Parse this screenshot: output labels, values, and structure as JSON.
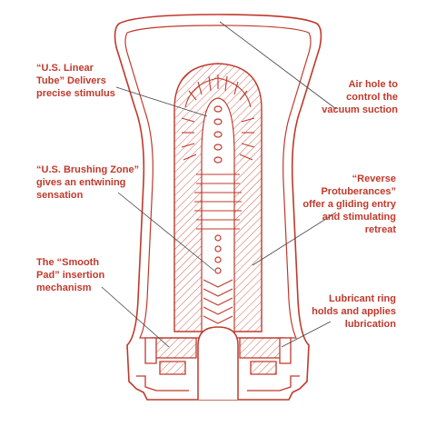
{
  "colors": {
    "stroke": "#c0392b",
    "background": "#ffffff"
  },
  "callouts": {
    "linear_tube": {
      "lines": [
        "“U.S. Linear",
        "Tube” Delivers",
        "precise stimulus"
      ]
    },
    "brushing_zone": {
      "lines": [
        "“U.S. Brushing Zone”",
        "gives an entwining",
        "sensation"
      ]
    },
    "smooth_pad": {
      "lines": [
        "The “Smooth",
        "Pad” insertion",
        "mechanism"
      ]
    },
    "air_hole": {
      "lines": [
        "Air hole to",
        "control the",
        "vacuum suction"
      ]
    },
    "reverse_protuberances": {
      "lines": [
        "“Reverse",
        "Protuberances”",
        "offer a gliding entry",
        "and stimulating",
        "retreat"
      ]
    },
    "lubricant_ring": {
      "lines": [
        "Lubricant ring",
        "holds and applies",
        "lubrication"
      ]
    }
  }
}
